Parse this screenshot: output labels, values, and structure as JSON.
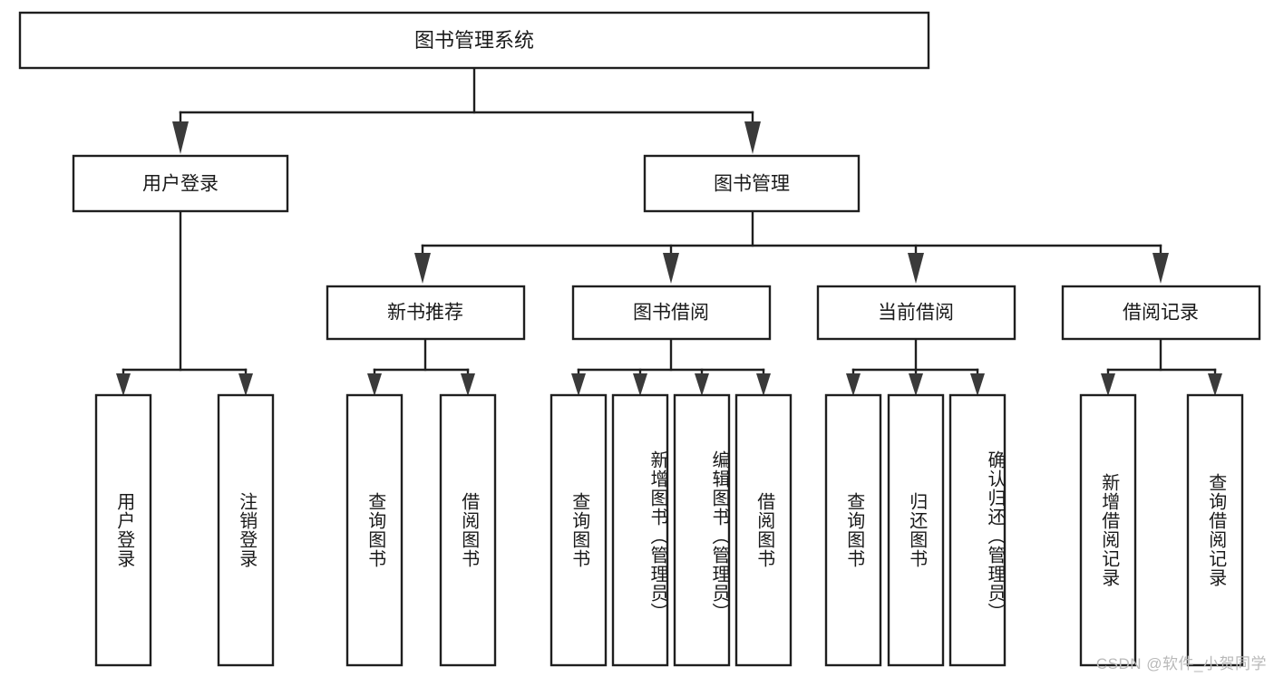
{
  "diagram": {
    "type": "tree",
    "title": "图书管理系统",
    "watermark": "CSDN @软件_小贺同学",
    "orientation": "top-down",
    "colors": {
      "background": "#ffffff",
      "node_fill": "#ffffff",
      "node_stroke": "#1f1f1f",
      "connector": "#1f1f1f",
      "arrow": "#3a3a3a",
      "text": "#1a1a1a",
      "watermark": "#b9b9b9"
    },
    "root": {
      "label": "图书管理系统"
    },
    "level2": [
      {
        "label": "用户登录"
      },
      {
        "label": "图书管理"
      }
    ],
    "level3": [
      {
        "label": "新书推荐"
      },
      {
        "label": "图书借阅"
      },
      {
        "label": "当前借阅"
      },
      {
        "label": "借阅记录"
      }
    ],
    "leaves": {
      "user_login": [
        {
          "label": "用户登录"
        },
        {
          "label": "注销登录"
        }
      ],
      "new_book_recommend": [
        {
          "label": "查询图书"
        },
        {
          "label": "借阅图书"
        }
      ],
      "book_borrow": [
        {
          "label": "查询图书"
        },
        {
          "label": "新增图书（管理员）"
        },
        {
          "label": "编辑图书（管理员）"
        },
        {
          "label": "借阅图书"
        }
      ],
      "current_borrow": [
        {
          "label": "查询图书"
        },
        {
          "label": "归还图书"
        },
        {
          "label": "确认归还（管理员）"
        }
      ],
      "borrow_record": [
        {
          "label": "新增借阅记录"
        },
        {
          "label": "查询借阅记录"
        }
      ]
    }
  }
}
